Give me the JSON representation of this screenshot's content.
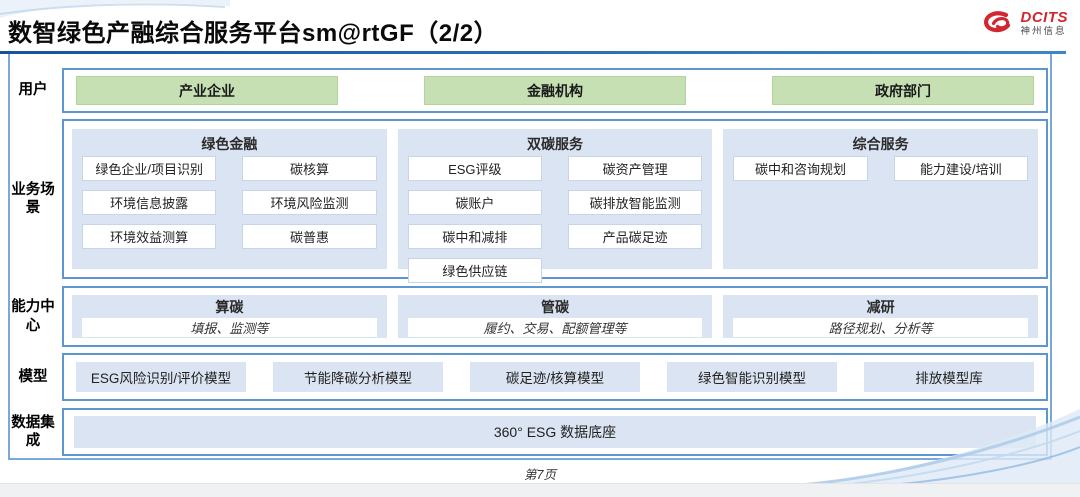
{
  "header": {
    "title": "数智绿色产融综合服务平台sm@rtGF（2/2）",
    "logo": {
      "brand": "DCITS",
      "subbrand": "神州信息"
    }
  },
  "rows": {
    "users": {
      "label": "用户",
      "items": [
        "产业企业",
        "金融机构",
        "政府部门"
      ]
    },
    "scenarios": {
      "label": "业务场景",
      "columns": [
        {
          "title": "绿色金融",
          "items": [
            "绿色企业/项目识别",
            "碳核算",
            "环境信息披露",
            "环境风险监测",
            "环境效益测算",
            "碳普惠"
          ]
        },
        {
          "title": "双碳服务",
          "items": [
            "ESG评级",
            "碳资产管理",
            "碳账户",
            "碳排放智能监测",
            "碳中和减排",
            "产品碳足迹",
            "绿色供应链"
          ]
        },
        {
          "title": "综合服务",
          "items": [
            "碳中和咨询规划",
            "能力建设/培训"
          ]
        }
      ]
    },
    "capabilities": {
      "label": "能力中心",
      "items": [
        {
          "title": "算碳",
          "desc": "填报、监测等"
        },
        {
          "title": "管碳",
          "desc": "履约、交易、配额管理等"
        },
        {
          "title": "减研",
          "desc": "路径规划、分析等"
        }
      ]
    },
    "models": {
      "label": "模型",
      "items": [
        "ESG风险识别/评价模型",
        "节能降碳分析模型",
        "碳足迹/核算模型",
        "绿色智能识别模型",
        "排放模型库"
      ]
    },
    "data_integration": {
      "label": "数据集成",
      "items": [
        "360° ESG 数据底座"
      ]
    }
  },
  "footer": {
    "page": "第7页"
  },
  "colors": {
    "accent_blue": "#2e75b6",
    "frame_blue": "#5e97d0",
    "panel_blue": "#dbe4f2",
    "user_green": "#c6e0b4",
    "brand_red": "#d22630"
  }
}
